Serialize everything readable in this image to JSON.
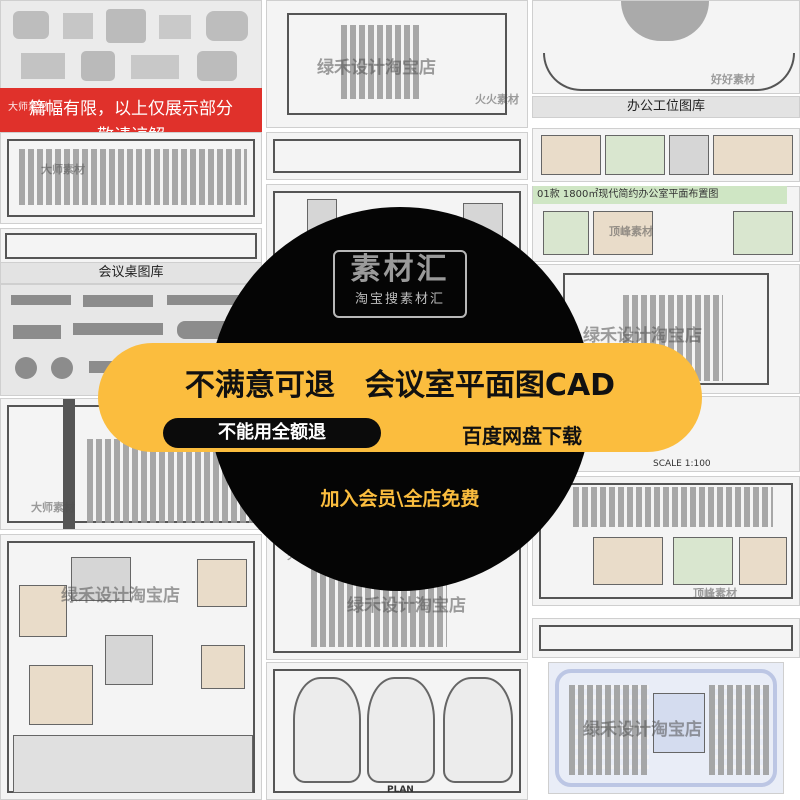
{
  "overlay": {
    "logo_main": "素材汇",
    "logo_sub": "淘宝搜素材汇",
    "headline": "不满意可退　会议室平面图CAD",
    "no_full_refund": "不能用全额退",
    "download": "百度网盘下载",
    "member": "加入会员\\全店免费"
  },
  "banner": {
    "line1": "篇幅有限，以上仅展示部分",
    "line2": "敬请谅解",
    "mark": "大师素材"
  },
  "tiles": {
    "office_library": "办公工位图库",
    "meeting_table_library": "会议桌图库",
    "layout_title": "1800㎡现代简约办公室平面布置图",
    "layout_prefix": "01款",
    "plan_label": "PLAN",
    "scale_label": "SCALE 1:100"
  },
  "watermarks": {
    "lvhe": "绿禾设计淘宝店",
    "dashi": "大师素材",
    "huohuo": "火火素材",
    "dingfeng": "顶峰素材",
    "haohao": "好好素材"
  },
  "colors": {
    "accent_yellow": "#fbbd3e",
    "banner_red": "#e0312b",
    "circle_black": "#050505"
  }
}
